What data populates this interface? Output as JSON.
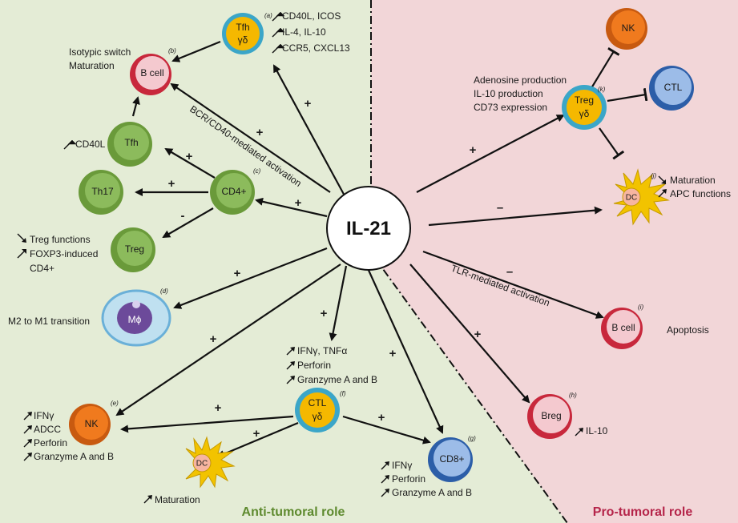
{
  "center": {
    "label": "IL-21"
  },
  "regions": {
    "anti": {
      "label": "Anti-tumoral role",
      "color": "#5e8a2e"
    },
    "pro": {
      "label": "Pro-tumoral role",
      "color": "#b5254a"
    }
  },
  "colors": {
    "anti_bg": "#e4ecd6",
    "pro_bg": "#f2d6d8",
    "green_cell": "#8cbb5c",
    "bcell_fill": "#f4c9cf",
    "bcell_ring": "#c8283c",
    "nk_fill": "#f07a1e",
    "ctl_fill": "#4e7fcf",
    "gd_fill": "#f5b800",
    "gd_ring": "#3ba6c8",
    "dc_fill": "#f2c300",
    "mphi_fill": "#6c4a9a"
  },
  "cells": {
    "tfh_gd": {
      "line1": "Tfh",
      "line2": "γδ",
      "letter": "(a)"
    },
    "bcell": {
      "label": "B cell",
      "letter": "(b)"
    },
    "tfh": {
      "label": "Tfh"
    },
    "th17": {
      "label": "Th17"
    },
    "cd4": {
      "label": "CD4+",
      "letter": "(c)"
    },
    "treg": {
      "label": "Treg"
    },
    "mphi": {
      "label": "Mϕ",
      "letter": "(d)"
    },
    "nk_left": {
      "label": "NK",
      "letter": "(e)"
    },
    "dc_left": {
      "label": "DC"
    },
    "ctl_gd": {
      "line1": "CTL",
      "line2": "γδ",
      "letter": "(f)"
    },
    "cd8": {
      "label": "CD8+",
      "letter": "(g)"
    },
    "nk_right": {
      "label": "NK"
    },
    "ctl_right": {
      "label": "CTL"
    },
    "treg_gd": {
      "line1": "Treg",
      "line2": "γδ",
      "letter": "(k)"
    },
    "dc_right": {
      "label": "DC",
      "letter": "(j)"
    },
    "bcell_right": {
      "label": "B cell",
      "letter": "(i)"
    },
    "breg": {
      "label": "Breg",
      "letter": "(h)"
    }
  },
  "annotations": {
    "tfh_gd": [
      "CD40L, ICOS",
      "IL-4, IL-10",
      "CCR5, CXCL13"
    ],
    "bcell": [
      "Isotypic switch",
      "Maturation"
    ],
    "tfh": [
      "CD40L"
    ],
    "treg": [
      "Treg functions",
      "FOXP3-induced",
      "CD4+"
    ],
    "mphi": [
      "M2 to M1 transition"
    ],
    "ctl_gd": [
      "IFNγ, TNFα",
      "Perforin",
      "Granzyme A and B"
    ],
    "nk_left": [
      "IFNγ",
      "ADCC",
      "Perforin",
      "Granzyme A and B"
    ],
    "dc_left": [
      "Maturation"
    ],
    "cd8": [
      "IFNγ",
      "Perforin",
      "Granzyme A and B"
    ],
    "treg_gd": [
      "Adenosine production",
      "IL-10 production",
      "CD73 expression"
    ],
    "dc_right": [
      "Maturation",
      "APC functions"
    ],
    "bcell_right": [
      "Apoptosis"
    ],
    "breg": [
      "IL-10"
    ]
  },
  "edge_labels": {
    "bcr": "BCR/CD40-mediated activation",
    "tlr": "TLR-mediated activation"
  },
  "signs": {
    "plus": "+",
    "minus": "-",
    "minus_long": "–"
  }
}
